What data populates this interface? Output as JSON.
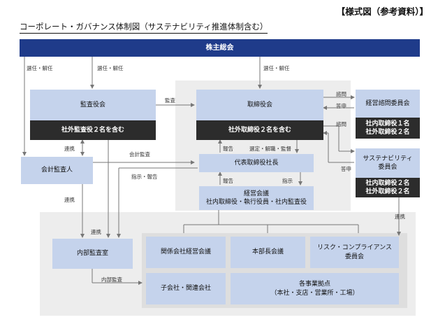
{
  "header": {
    "stamp": "【様式図（参考資料）】",
    "title": "コーポレート・ガバナンス体制図（サステナビリティ推進体制含む）"
  },
  "colors": {
    "navy": "#1f3b8a",
    "box_blue": "#c5d3ec",
    "dark": "#2c2c2c",
    "region_gray": "#ededed",
    "region_gray_dark": "#dedede",
    "line": "#777777"
  },
  "nodes": {
    "shareholders": "株主総会",
    "audit_board": "監査役会",
    "audit_board_note": "社外監査役２名を含む",
    "board": "取締役会",
    "board_note": "社外取締役２名を含む",
    "advisory": "経営諮問委員会",
    "advisory_note": "社内取締役１名\n社外取締役２名",
    "sustainability": "サステナビリティ\n委員会",
    "sustainability_note": "社内取締役２名\n社外取締役２名",
    "accounting_auditor": "会計監査人",
    "president": "代表取締役社長",
    "management_meeting": "経営会議\n社内取締役・執行役員・社内監査役",
    "internal_audit": "内部監査室",
    "affiliates_meeting": "関係会社経営会議",
    "division_meeting": "本部長会議",
    "risk_committee": "リスク・コンプライアンス\n委員会",
    "subsidiaries": "子会社・関連会社",
    "sites": "各事業拠点\n（本社・支店・営業所・工場）"
  },
  "labels": {
    "elect_dismiss_1": "選任・解任",
    "elect_dismiss_2": "選任・解任",
    "elect_dismiss_3": "選任・解任",
    "audit": "監査",
    "consult_1": "諮問",
    "report_back_1": "答申",
    "consult_2": "諮問",
    "report_back_2": "答申",
    "coop_1": "連携",
    "accounting_audit": "会計監査",
    "report_1": "報告",
    "select_supervise": "選定・解職・監督",
    "instruct_report": "指示・報告",
    "coop_2": "連携",
    "report_2": "報告",
    "instruct": "指示",
    "coop_3": "連携",
    "coop_4": "連携",
    "internal_audit_label": "内部監査"
  }
}
